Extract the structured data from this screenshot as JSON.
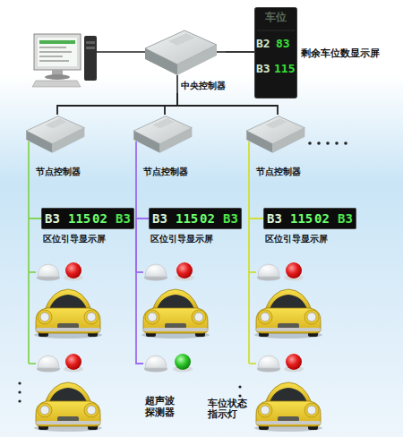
{
  "diagram": {
    "nodes": [
      {
        "text": [
          "中央控制器"
        ]
      },
      {
        "text": [
          "车位",
          "B2",
          "83",
          "B3",
          "115",
          "剩余车位数显示屏"
        ]
      },
      {
        "text": [
          "节点控制器"
        ]
      },
      {
        "text": [
          "节点控制器"
        ]
      },
      {
        "text": [
          "节点控制器"
        ]
      },
      {
        "text": [
          "B3",
          "115",
          "02",
          "B3",
          "区位引导显示屏"
        ]
      },
      {
        "text": [
          "B3",
          "115",
          "02",
          "B3",
          "区位引导显示屏"
        ]
      },
      {
        "text": [
          "B3",
          "115",
          "02",
          "B3",
          "区位引导显示屏"
        ]
      },
      {
        "text": [
          "超声波探测器"
        ]
      },
      {
        "text": [
          "车位状态指示灯"
        ]
      }
    ],
    "edges": [
      {
        "from": 0,
        "to": 1,
        "arrow": "none"
      },
      {
        "from": 0,
        "to": 2,
        "arrow": "none"
      },
      {
        "from": 0,
        "to": 3,
        "arrow": "none"
      },
      {
        "from": 0,
        "to": 4,
        "arrow": "none"
      },
      {
        "from": 2,
        "to": 5,
        "arrow": "none"
      },
      {
        "from": 3,
        "to": 6,
        "arrow": "none"
      },
      {
        "from": 4,
        "to": 7,
        "arrow": "none"
      },
      {
        "from": 6,
        "to": 8,
        "arrow": "none"
      }
    ]
  }
}
